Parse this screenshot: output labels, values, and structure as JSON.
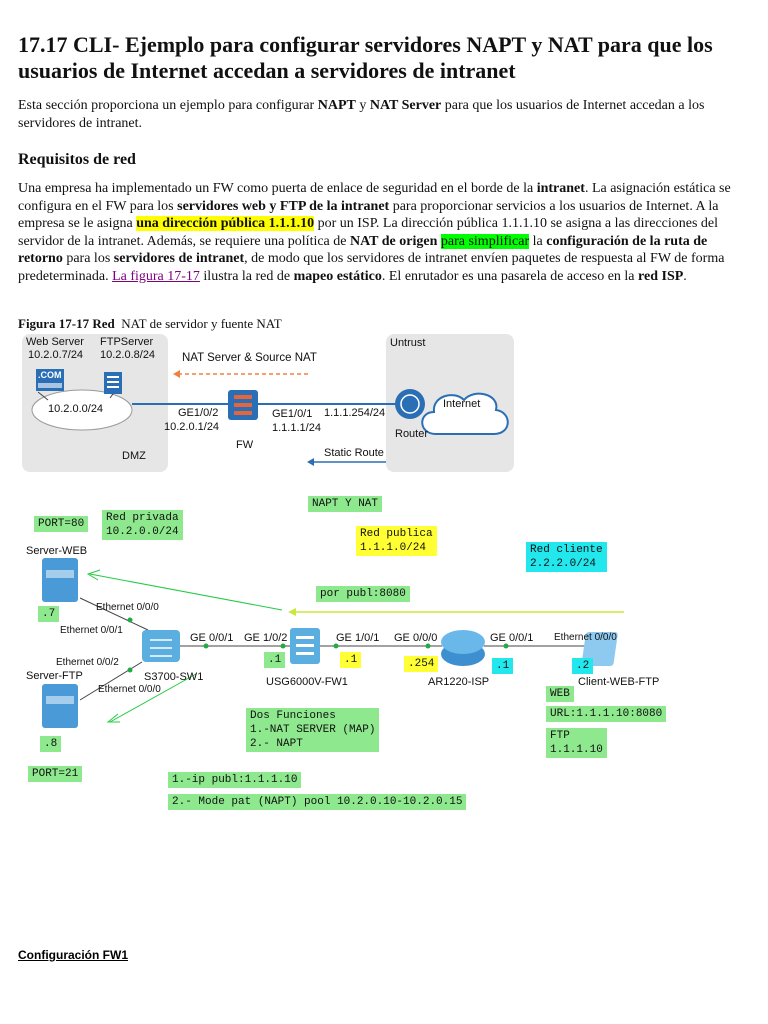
{
  "doc": {
    "title": "17.17  CLI- Ejemplo para configurar servidores NAPT y NAT para que los usuarios de Internet accedan a servidores de intranet",
    "intro": {
      "t1": "Esta sección proporciona un ejemplo para configurar ",
      "b1": "NAPT",
      "t2": " y ",
      "b2": "NAT Server",
      "t3": " para que los usuarios de Internet accedan a los servidores de intranet."
    },
    "req_heading": "Requisitos de red",
    "para": {
      "s1": "Una empresa ha implementado un FW como puerta de enlace de seguridad en el borde de la ",
      "b1": "intranet",
      "s2": ". La asignación estática se configura en el FW para los ",
      "b2": "servidores web y FTP de la intranet",
      "s3": " para proporcionar servicios a los usuarios de Internet. A la empresa se le asigna ",
      "hl1": "una dirección pública 1.1.1.10",
      "s4": " por un ISP. La dirección pública 1.1.1.10 se asigna a las direcciones del servidor de la intranet. Además, se requiere una política de ",
      "b3": "NAT de origen",
      "s5": " ",
      "hl2": "para simplificar",
      "s6": " la ",
      "b4": "configuración de la ruta de retorno",
      "s7": " para los ",
      "b5": "servidores de intranet",
      "s8": ", de modo que los servidores de intranet envíen paquetes de respuesta al FW de forma predeterminada. ",
      "link": "La figura 17-17",
      "s9": " ilustra la red de ",
      "b6": "mapeo estático",
      "s10": ". El enrutador es una pasarela de acceso en la ",
      "b7": "red ISP",
      "s11": "."
    },
    "figure_label": "Figura 17-17 Red",
    "figure_caption": "  NAT de servidor y fuente NAT",
    "config_heading": "Configuración FW1"
  },
  "fig1": {
    "web_server": "Web Server",
    "web_ip": "10.2.0.7/24",
    "ftp_server": "FTPServer",
    "ftp_ip": "10.2.0.8/24",
    "com": ".COM",
    "dmz_net": "10.2.0.0/24",
    "dmz": "DMZ",
    "nat_label": "NAT Server & Source NAT",
    "untrust": "Untrust",
    "fw_port_left": "GE1/0/2",
    "fw_ip_left": "10.2.0.1/24",
    "fw_port_right": "GE1/0/1",
    "fw_ip_right": "1.1.1.1/24",
    "fw": "FW",
    "router_ip": "1.1.1.254/24",
    "router": "Router",
    "internet": "Internet",
    "static_route": "Static Route"
  },
  "fig2": {
    "napt_nat": "NAPT Y NAT",
    "port80": "PORT=80",
    "red_privada": "Red privada\n10.2.0.0/24",
    "red_publica": "Red publica\n1.1.1.0/24",
    "red_cliente": "Red cliente\n2.2.2.0/24",
    "server_web": "Server-WEB",
    "dot7": ".7",
    "por_publ": "por publ:8080",
    "eth_000_a": "Ethernet 0/0/0",
    "eth_001": "Ethernet 0/0/1",
    "eth_002": "Ethernet 0/0/2",
    "server_ftp": "Server-FTP",
    "eth_000_b": "Ethernet 0/0/0",
    "dot8": ".8",
    "port21": "PORT=21",
    "sw_port": "GE 0/0/1",
    "sw_name": "S3700-SW1",
    "fw_ge102": "GE 1/0/2",
    "fw_ge101": "GE 1/0/1",
    "fw_dot1_left": ".1",
    "fw_dot1_right": ".1",
    "fw_name": "USG6000V-FW1",
    "r_ge000": "GE 0/0/0",
    "r_ge001": "GE 0/0/1",
    "r_dot254": ".254",
    "r_dot1": ".1",
    "r_name": "AR1220-ISP",
    "c_eth": "Ethernet 0/0/0",
    "c_dot2": ".2",
    "c_name": "Client-WEB-FTP",
    "web": "WEB",
    "url": "URL:1.1.1.10:8080",
    "ftp": "FTP\n1.1.1.10",
    "dos_funciones": "Dos Funciones\n1.-NAT SERVER (MAP)\n2.- NAPT",
    "ip_publ": "1.-ip publ:1.1.1.10",
    "mode_pat": "2.- Mode pat (NAPT) pool 10.2.0.10-10.2.0.15"
  },
  "colors": {
    "green_tag": "#8ee88e",
    "yellow_tag": "#ffff33",
    "cyan_tag": "#22e8ee",
    "link": "#800080",
    "zone_gray": "#e6e6e6",
    "device_blue": "#2a6fb5"
  },
  "icons": [
    "server-icon",
    "firewall-icon",
    "router-icon",
    "cloud-icon",
    "switch-icon",
    "client-icon"
  ]
}
